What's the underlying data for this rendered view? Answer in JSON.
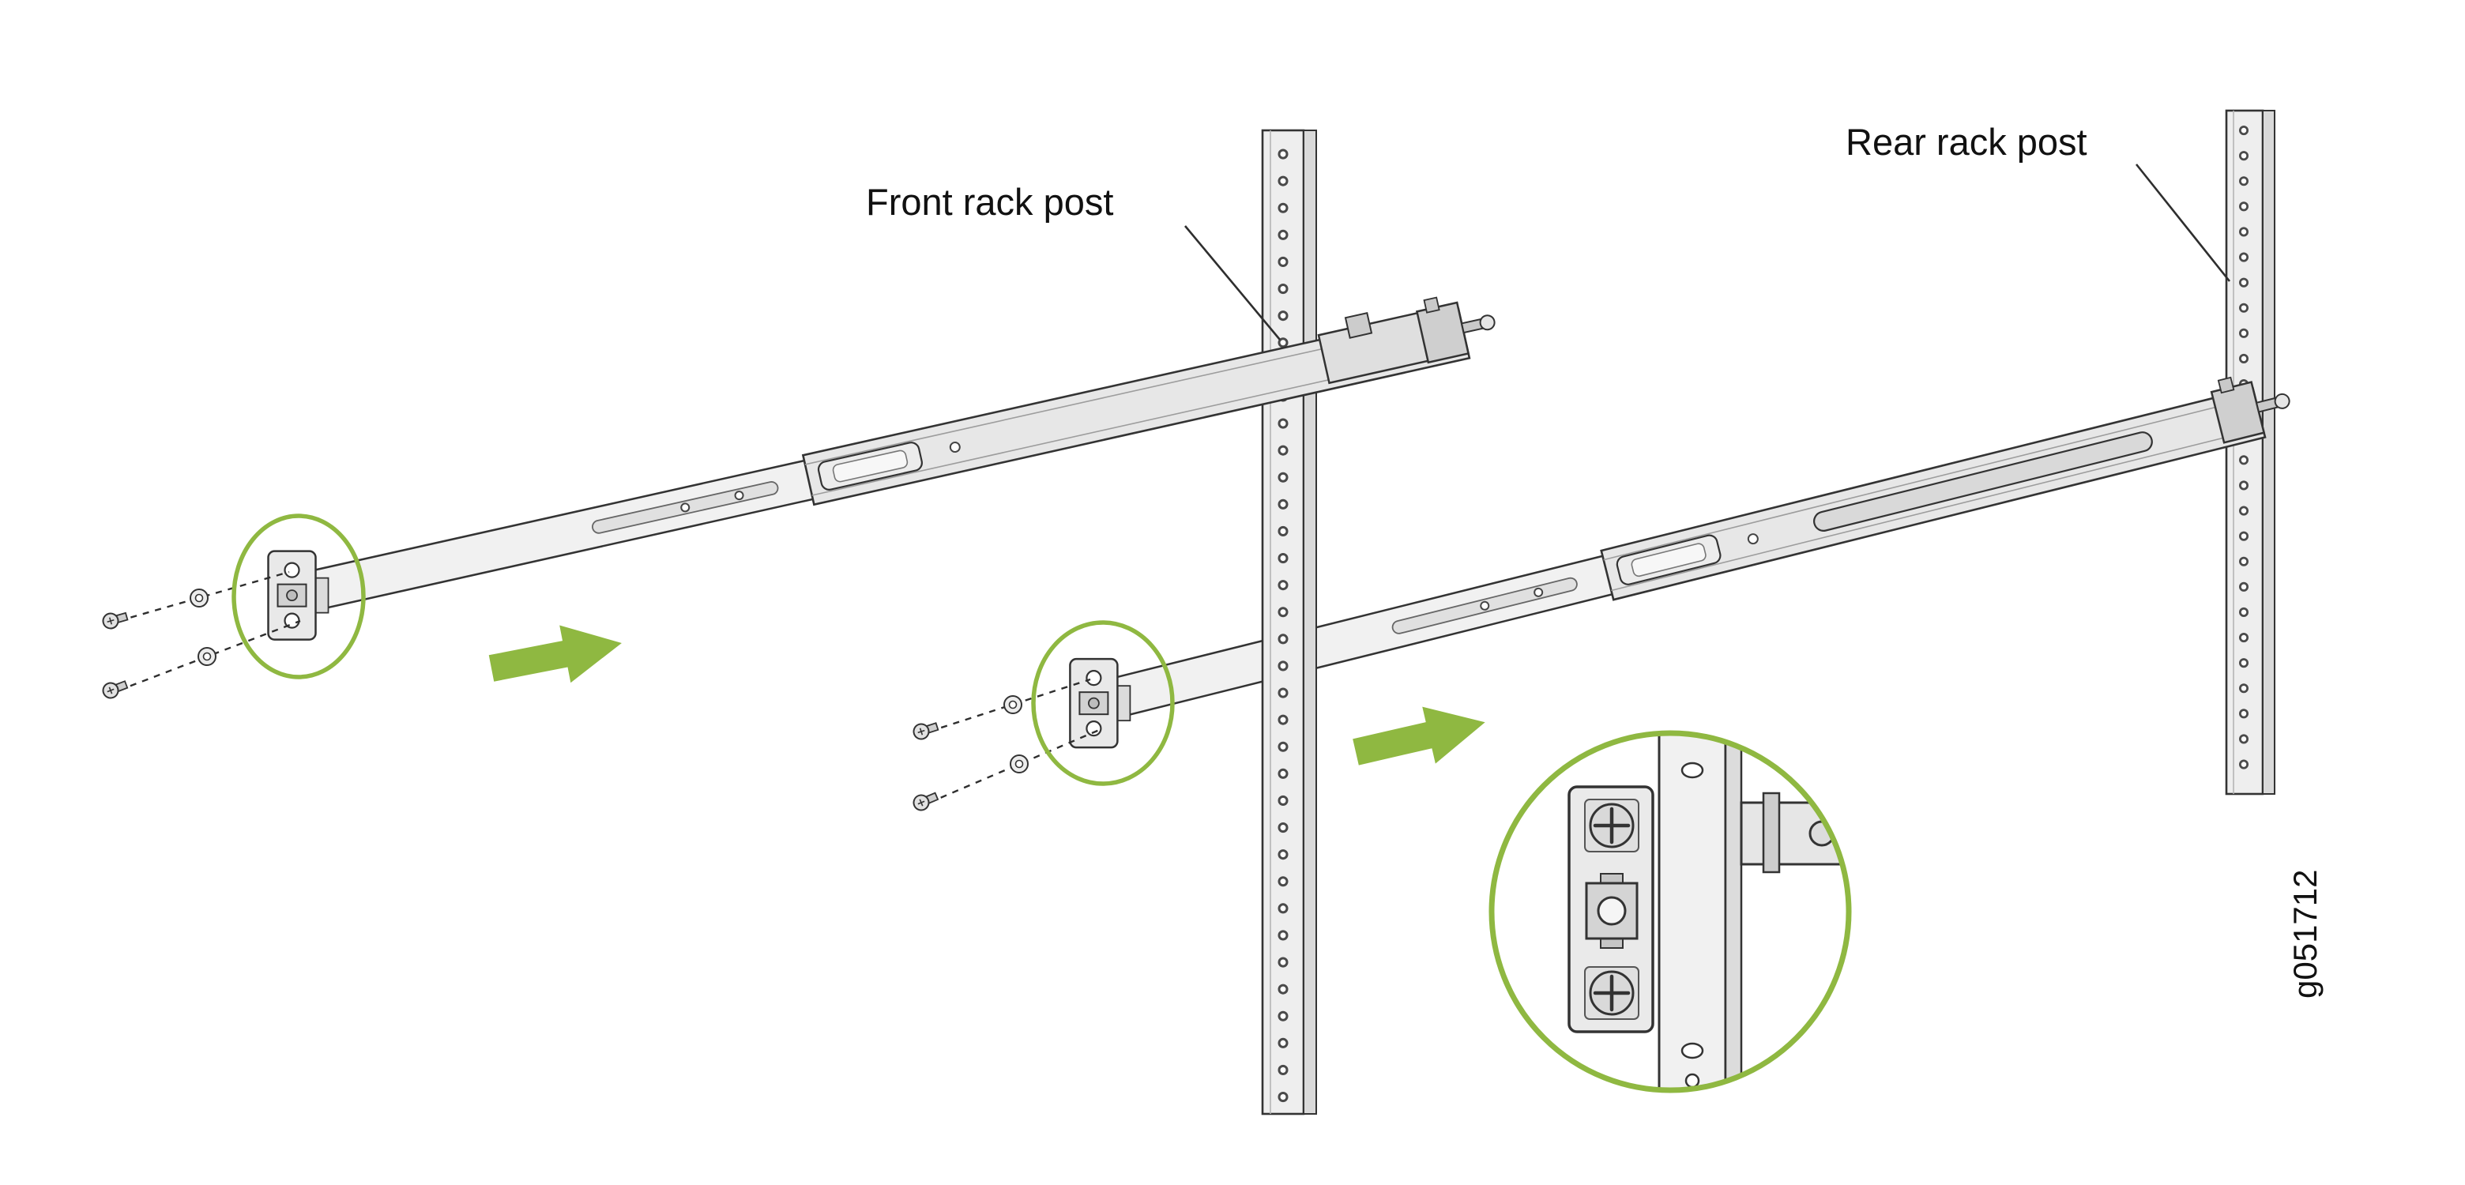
{
  "figure": {
    "type": "technical-illustration",
    "subject": "rack-mounting-rail-installation",
    "callouts": {
      "front_rack_post": "Front rack post",
      "rear_rack_post": "Rear rack post"
    },
    "figure_id": "g051712",
    "arrows": {
      "direction": "right",
      "count": 2
    },
    "callout_circles": {
      "small": 2,
      "detail_zoom": 1
    },
    "hardware": {
      "screws_visible": 4,
      "washers_visible": 4
    },
    "colors": {
      "accent_green": "#8fb841",
      "line_dark": "#2e2e2e",
      "metal_light": "#f0f0f0",
      "metal_mid": "#e3e3e3",
      "metal_dark": "#cfcfcf",
      "background": "#ffffff"
    }
  }
}
